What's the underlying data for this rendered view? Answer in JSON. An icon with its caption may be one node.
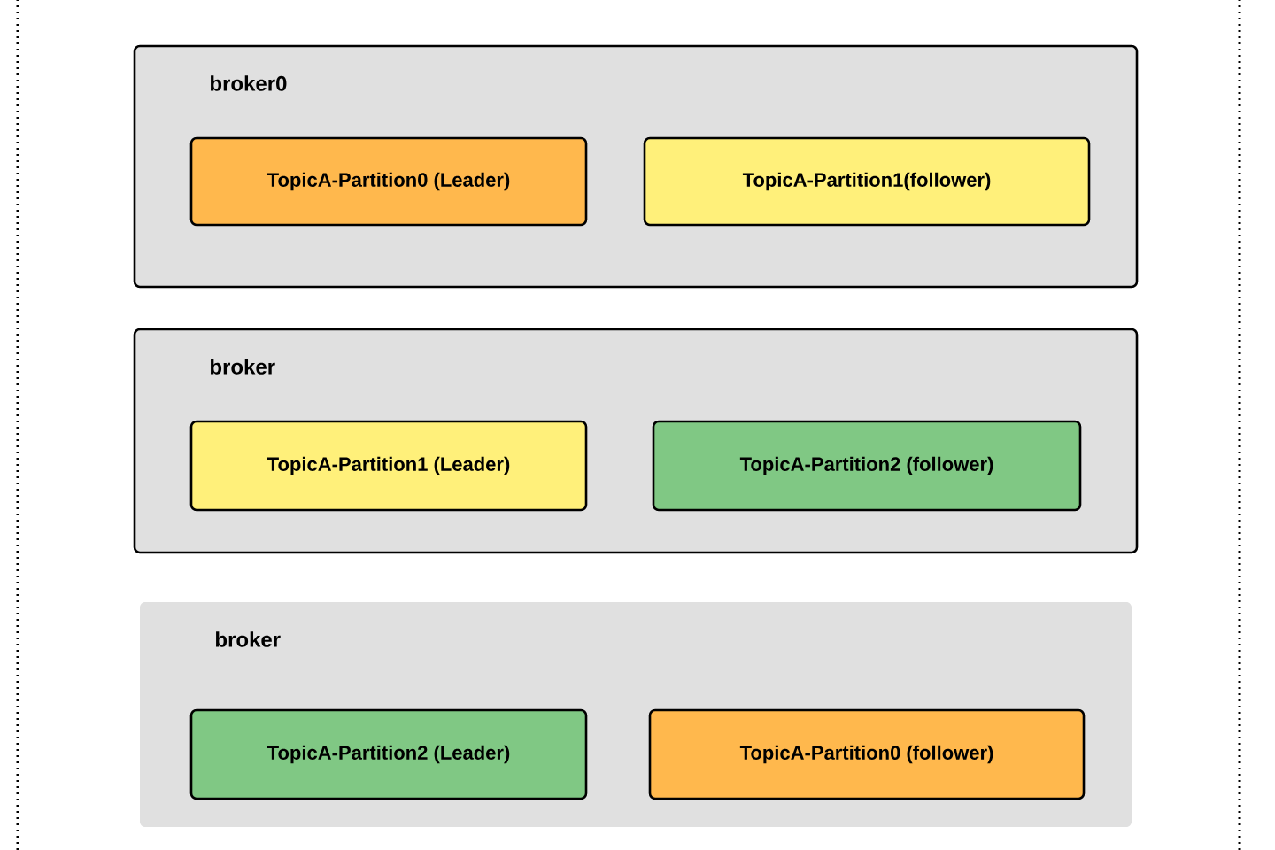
{
  "diagram": {
    "nodes": [
      {
        "text": [
          "broker0"
        ]
      },
      {
        "text": [
          "TopicA-Partition0 (Leader)"
        ],
        "in": 0
      },
      {
        "text": [
          "TopicA-Partition1(follower)"
        ],
        "in": 0
      },
      {
        "text": [
          "broker"
        ]
      },
      {
        "text": [
          "TopicA-Partition1 (Leader)"
        ],
        "in": 3
      },
      {
        "text": [
          "TopicA-Partition2 (follower)"
        ],
        "in": 3
      },
      {
        "text": [
          "broker"
        ]
      },
      {
        "text": [
          "TopicA-Partition2 (Leader)"
        ],
        "in": 6
      },
      {
        "text": [
          "TopicA-Partition0 (follower)"
        ],
        "in": 6
      }
    ]
  }
}
